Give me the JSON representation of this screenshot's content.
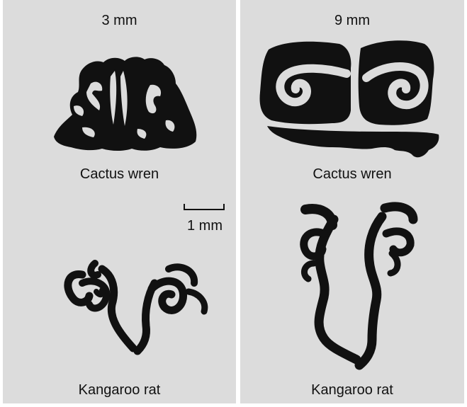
{
  "panels": [
    {
      "header": "3 mm",
      "top_caption": "Cactus wren",
      "bottom_caption": "Kangaroo rat"
    },
    {
      "header": "9 mm",
      "top_caption": "Cactus wren",
      "bottom_caption": "Kangaroo rat"
    }
  ],
  "scale_bar": {
    "label": "1 mm"
  },
  "colors": {
    "panel_background": "#dcdcdc",
    "ink": "#111111",
    "divider": "#ffffff"
  }
}
